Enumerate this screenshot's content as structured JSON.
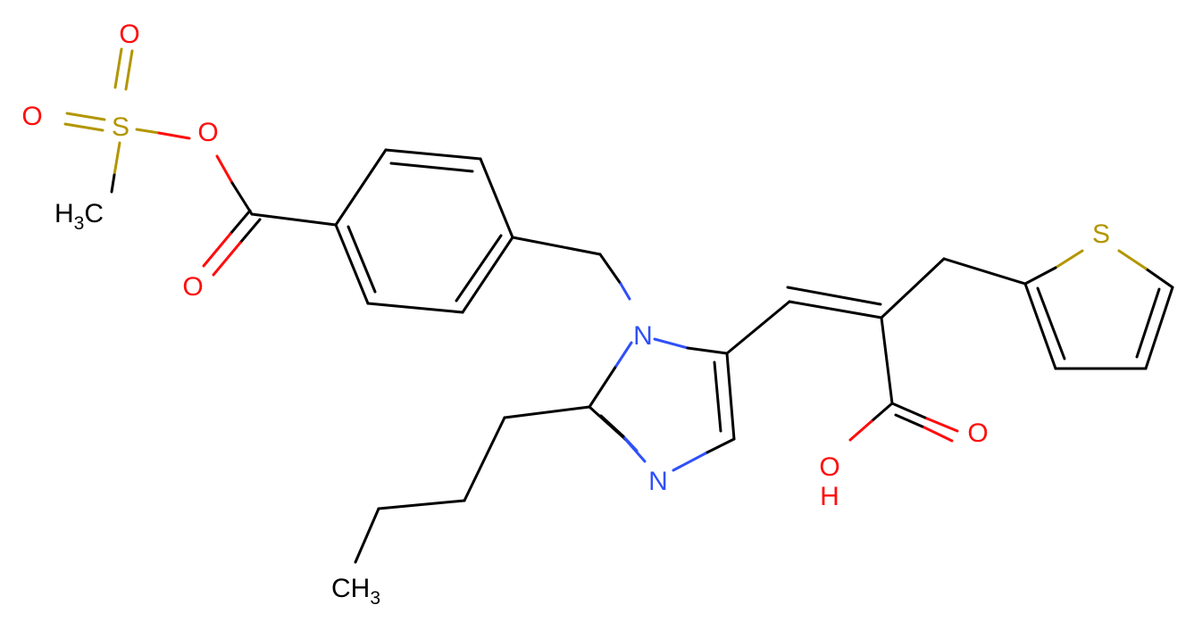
{
  "atoms": {
    "o_sulfonyl_top": "O",
    "o_sulfonyl_left": "O",
    "s_sulfonyl": "S",
    "o_ester_link": "O",
    "ch3_top": {
      "main": "H",
      "sub": "3",
      "tail": "C"
    },
    "o_carbonyl": "O",
    "n_imidazole_1": "N",
    "n_imidazole_3": "N",
    "ch3_bottom": {
      "main": "CH",
      "sub": "3"
    },
    "s_thiophene": "S",
    "o_acid_carbonyl": "O",
    "oh_acid": {
      "o": "O",
      "h": "H"
    }
  },
  "colors": {
    "carbon": "#000000",
    "oxygen": "#ff0d0d",
    "sulfur": "#b29600",
    "nitrogen": "#3050f8",
    "background": "#ffffff"
  }
}
